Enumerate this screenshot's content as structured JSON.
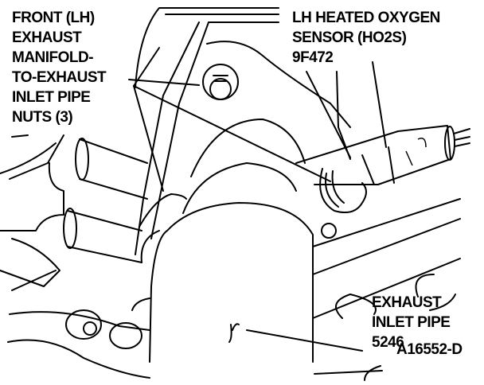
{
  "diagram": {
    "labels": {
      "nuts": [
        "FRONT (LH)",
        "EXHAUST",
        "MANIFOLD-",
        "TO-EXHAUST",
        "INLET PIPE",
        "NUTS (3)"
      ],
      "sensor": [
        "LH HEATED OXYGEN",
        "SENSOR (HO2S)",
        "9F472"
      ],
      "pipe": [
        "EXHAUST",
        "INLET PIPE",
        "5246"
      ],
      "figure_id": "A16552-D"
    }
  }
}
